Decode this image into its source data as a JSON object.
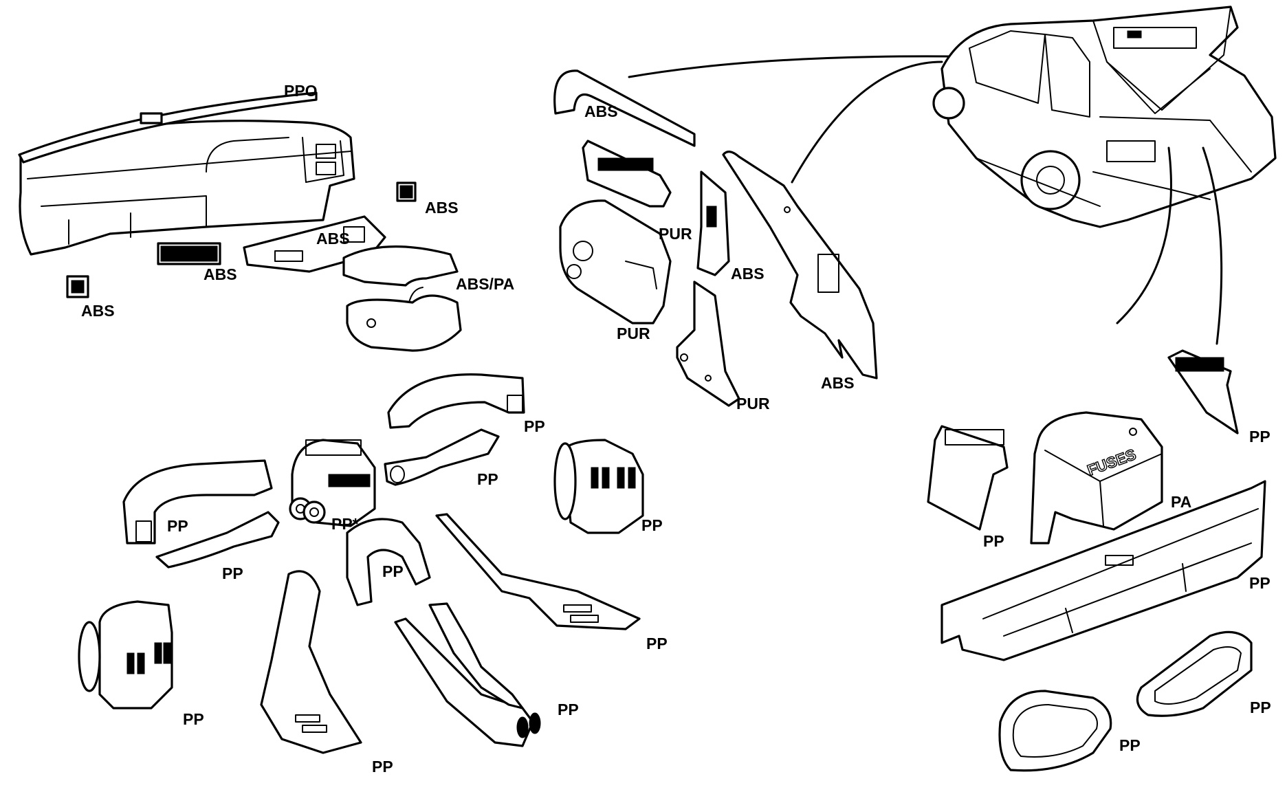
{
  "labels": {
    "dash_top": "PPO",
    "dash_vent_right": "ABS",
    "dash_vent_left": "ABS",
    "dash_duct": "ABS",
    "dash_small_vent": "ABS",
    "steering_shroud": "ABS/PA",
    "roof_rail": "ABS",
    "door_pillar_upper": "PUR",
    "door_pillar_lower": "PUR",
    "b_pillar_small": "ABS",
    "b_pillar_lower": "PUR",
    "c_pillar": "ABS",
    "duct_top_right": "PP",
    "duct_flat_right": "PP",
    "heater_box_right": "PP",
    "duct_left": "PP",
    "duct_flat_left": "PP",
    "blower": "PP*",
    "duct_u": "PP",
    "duct_floor_right": "PP",
    "heater_box_left": "PP",
    "duct_floor_left": "PP",
    "duct_center": "PP",
    "rear_vent": "PP",
    "trunk_box": "PP",
    "fuse_box": "PA",
    "fuse_box_text": "FUSES",
    "rear_panel": "PP",
    "trim_ring_right": "PP",
    "trim_ring_left": "PP"
  },
  "colors": {
    "line": "#000000",
    "background": "#ffffff"
  }
}
